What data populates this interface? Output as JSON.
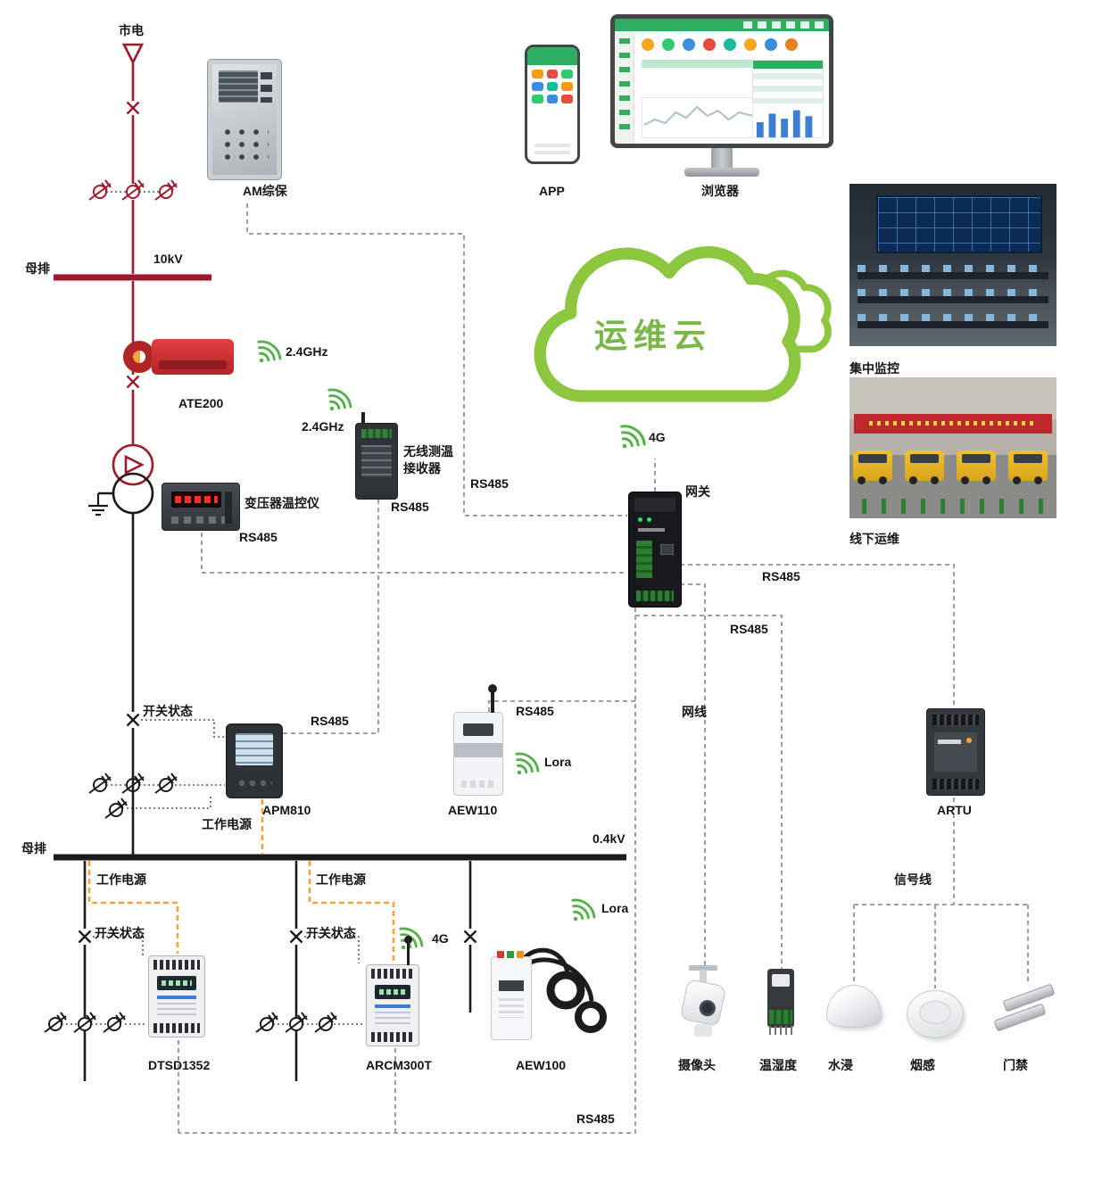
{
  "labels": {
    "mains": "市电",
    "busbar": "母排",
    "kv10": "10kV",
    "am_protection": "AM综保",
    "ate200": "ATE200",
    "ghz24": "2.4GHz",
    "receiver_l1": "无线测温",
    "receiver_l2": "接收器",
    "rs485": "RS485",
    "transformer_monitor": "变压器温控仪",
    "app": "APP",
    "browser": "浏览器",
    "cloud": "运维云",
    "g4": "4G",
    "gateway": "网关",
    "central_monitor": "集中监控",
    "offline_ops": "线下运维",
    "switch_status": "开关状态",
    "apm810": "APM810",
    "aew110": "AEW110",
    "lora": "Lora",
    "net_cable": "网线",
    "artu": "ARTU",
    "working_power": "工作电源",
    "kv04": "0.4kV",
    "dtsd1352": "DTSD1352",
    "arcm300t": "ARCM300T",
    "aew100": "AEW100",
    "camera": "摄像头",
    "temp_humidity": "温湿度",
    "water": "水浸",
    "smoke": "烟感",
    "door": "门禁",
    "signal_line": "信号线"
  },
  "colors": {
    "hv_line": "#9b1b2c",
    "lv_line": "#1b1b1b",
    "cloud_green": "#8dc63f",
    "wifi_green": "#56b04c",
    "power_orange": "#f2a33c",
    "dashed_gray": "#9aa0a6",
    "banner_red": "#c0272d",
    "vehicle_yellow": "#e8b422"
  },
  "icons": {
    "wifi": "wireless-signal-icon",
    "ct": "current-transformer-symbol",
    "breaker": "breaker-x-symbol",
    "ground": "earth-ground-symbol",
    "cloud": "cloud-shape"
  }
}
